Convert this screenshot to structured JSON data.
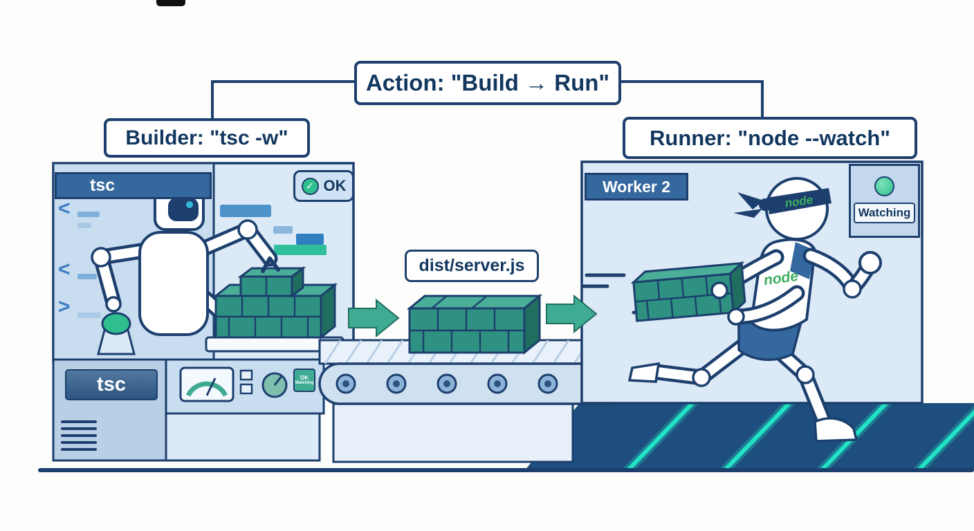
{
  "scene": {
    "action_label": "Action: \"Build → Run\"",
    "builder_label": "Builder: \"tsc -w\"",
    "runner_label": "Runner: \"node --watch\"",
    "artifact_label": "dist/server.js"
  },
  "builder_panel": {
    "tab": "tsc",
    "ok_badge": "OK",
    "ok_check": "✓",
    "code_symbols": [
      "<",
      "<",
      ">"
    ],
    "machine_plate": "tsc",
    "console_chip_line1": "OK",
    "console_chip_line2": "Watching"
  },
  "runner_panel": {
    "tab": "Worker 2",
    "watching_label": "Watching",
    "headband_text": "node",
    "shirt_text": "node"
  },
  "colors": {
    "outline_navy": "#1c3f6e",
    "text_navy": "#12375f",
    "panel_blue": "#dce9f6",
    "panel_blue_dark": "#c9ddf0",
    "tab_blue": "#35689f",
    "code_blue": "#3c7cc0",
    "brick_teal": "#2f9181",
    "brick_teal_dark": "#1f6e60",
    "brick_teal_light": "#4aae98",
    "arrow_teal": "#3fab92",
    "status_green": "#2fbf8f",
    "node_green": "#3fae5f",
    "track_navy": "#1d4e7d",
    "neon_teal": "#22e2c4"
  }
}
